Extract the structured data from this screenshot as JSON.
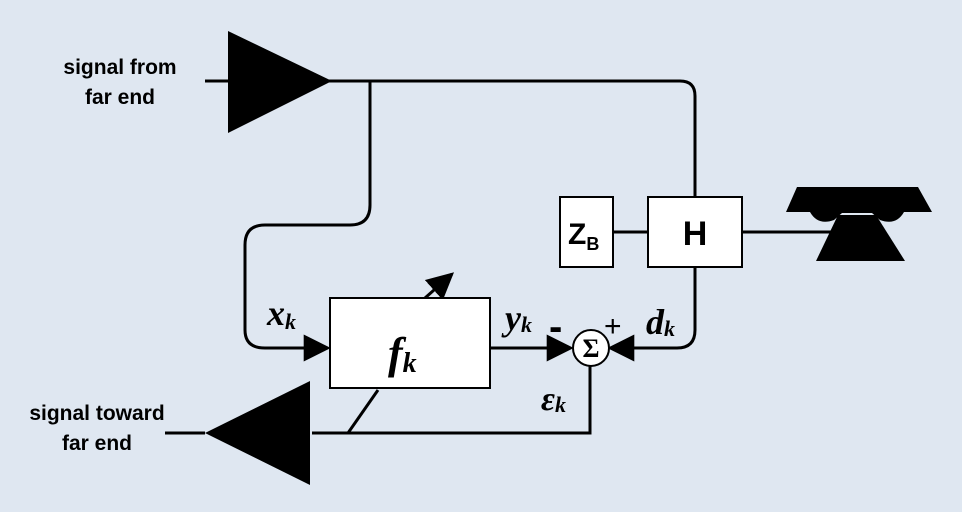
{
  "labels": {
    "signal_from_line1": "signal from",
    "signal_from_line2": "far end",
    "signal_toward_line1": "signal toward",
    "signal_toward_line2": "far end",
    "zb_main": "Z",
    "zb_sub": "B",
    "hybrid": "H",
    "filter_main": "f",
    "filter_sub": "k",
    "xk_main": "x",
    "xk_sub": "k",
    "yk_main": "y",
    "yk_sub": "k",
    "dk_main": "d",
    "dk_sub": "k",
    "ek_main": "ε",
    "ek_sub": "k",
    "minus_sign": "-",
    "plus_sign": "+",
    "sigma": "Σ"
  },
  "colors": {
    "background": "#dfe7f1",
    "stroke": "#000000",
    "box_fill": "#ffffff"
  }
}
